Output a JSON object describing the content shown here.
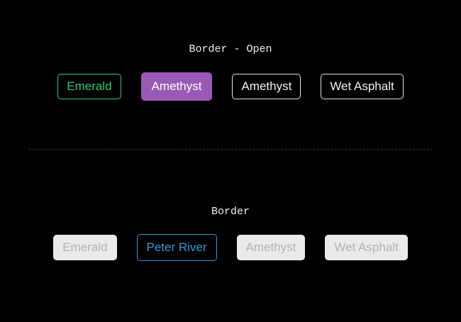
{
  "colors": {
    "background": "#000000",
    "title": "#f2f2f2",
    "emerald": "#2ecc71",
    "amethyst": "#9b59b6",
    "peter-river": "#3498db",
    "light-border": "#e3e3e3",
    "white-text": "#f2f2f2",
    "gray-fill": "#eaeaea",
    "gray-text": "#b3b3b3",
    "divider": "#35353f"
  },
  "sections": [
    {
      "title": "Border - Open",
      "buttons": [
        {
          "label": "Emerald",
          "variant": "emerald-outline"
        },
        {
          "label": "Amethyst",
          "variant": "amethyst-filled"
        },
        {
          "label": "Amethyst",
          "variant": "light-outline"
        },
        {
          "label": "Wet Asphalt",
          "variant": "light-outline"
        }
      ]
    },
    {
      "title": "Border",
      "buttons": [
        {
          "label": "Emerald",
          "variant": "gray-filled"
        },
        {
          "label": "Peter River",
          "variant": "blue-outline"
        },
        {
          "label": "Amethyst",
          "variant": "gray-filled"
        },
        {
          "label": "Wet Asphalt",
          "variant": "gray-filled"
        }
      ]
    }
  ]
}
